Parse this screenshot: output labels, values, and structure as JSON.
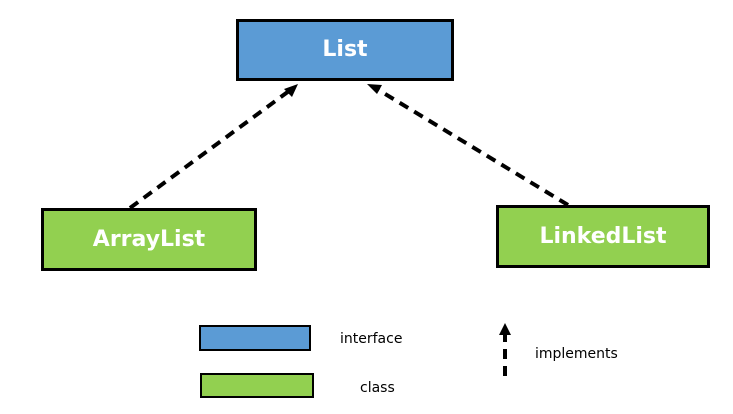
{
  "diagram": {
    "nodes": {
      "list": {
        "label": "List",
        "kind": "interface"
      },
      "arraylist": {
        "label": "ArrayList",
        "kind": "class"
      },
      "linkedlist": {
        "label": "LinkedList",
        "kind": "class"
      }
    },
    "edges": [
      {
        "from": "arraylist",
        "to": "list",
        "relation": "implements",
        "style": "dashed-arrow"
      },
      {
        "from": "linkedlist",
        "to": "list",
        "relation": "implements",
        "style": "dashed-arrow"
      }
    ]
  },
  "legend": {
    "interface_label": "interface",
    "class_label": "class",
    "implements_label": "implements"
  },
  "colors": {
    "interface": "#5b9bd5",
    "class": "#92d050",
    "border": "#000000",
    "text_on_node": "#ffffff"
  }
}
